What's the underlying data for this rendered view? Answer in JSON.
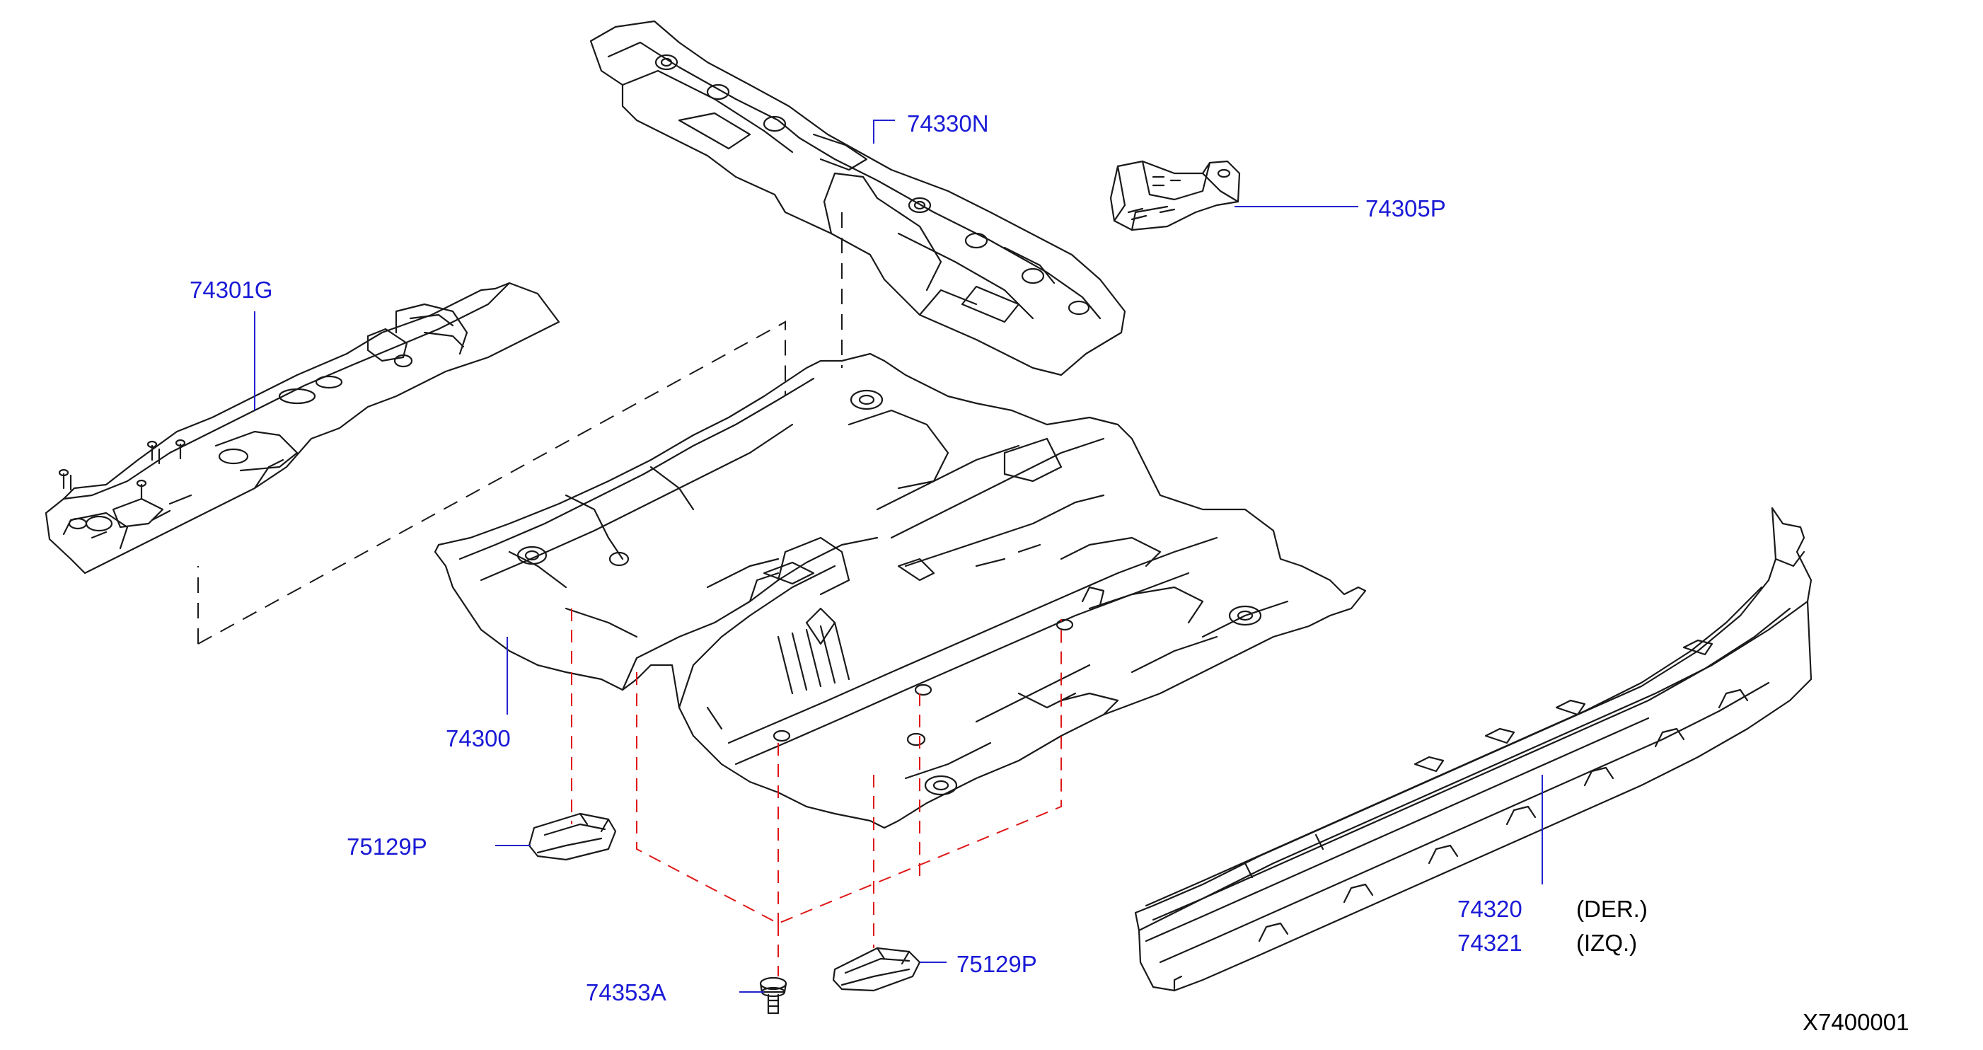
{
  "diagram": {
    "drawing_code": "X7400001",
    "colors": {
      "line": "#1a1a1a",
      "part_label": "#1a1ad6",
      "leader": "#2222cc",
      "red_dash": "#e01818"
    },
    "parts": [
      {
        "id": "74330N",
        "label": "74330N"
      },
      {
        "id": "74305P",
        "label": "74305P"
      },
      {
        "id": "74301G",
        "label": "74301G"
      },
      {
        "id": "74300",
        "label": "74300"
      },
      {
        "id": "75129P-left",
        "label": "75129P"
      },
      {
        "id": "75129P-right",
        "label": "75129P"
      },
      {
        "id": "74353A",
        "label": "74353A"
      },
      {
        "id": "74320",
        "label": "74320",
        "note": "(DER.)"
      },
      {
        "id": "74321",
        "label": "74321",
        "note": "(IZQ.)"
      }
    ]
  }
}
